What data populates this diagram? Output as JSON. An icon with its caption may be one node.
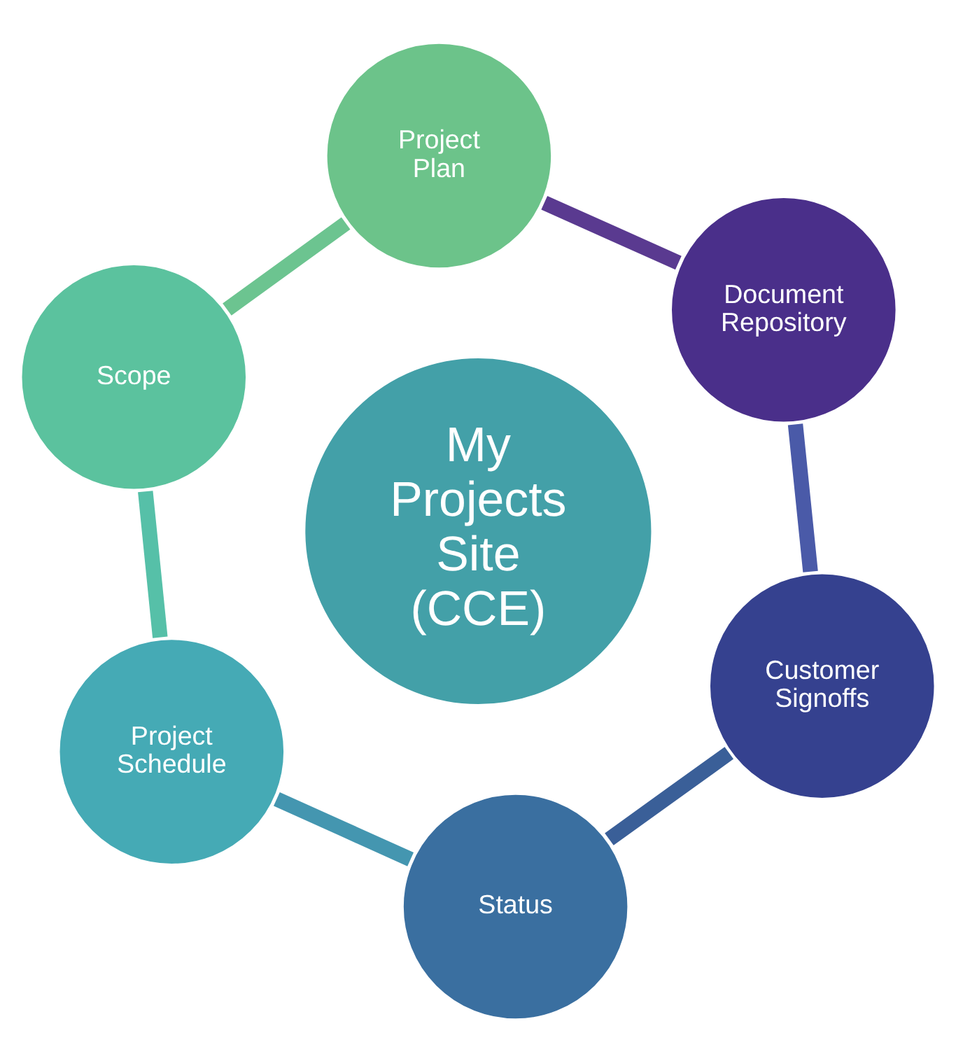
{
  "diagram": {
    "nodes": [
      {
        "text": [
          "Project Plan"
        ]
      },
      {
        "text": [
          "Document Repository"
        ]
      },
      {
        "text": [
          "Scope"
        ]
      },
      {
        "text": [
          "My Projects Site (CCE)"
        ]
      },
      {
        "text": [
          "Customer Signoffs"
        ]
      },
      {
        "text": [
          "Project Schedule"
        ]
      },
      {
        "text": [
          "Status"
        ]
      }
    ],
    "edges": [
      {
        "from": 0,
        "to": 2,
        "arrow": "none",
        "color": "#6cc490"
      },
      {
        "from": 2,
        "to": 5,
        "arrow": "none",
        "color": "#56c0a8"
      },
      {
        "from": 5,
        "to": 6,
        "arrow": "none",
        "color": "#4496b0"
      },
      {
        "from": 6,
        "to": 4,
        "arrow": "none",
        "color": "#3a5f98"
      },
      {
        "from": 4,
        "to": 1,
        "arrow": "none",
        "color": "#4a5aa8"
      },
      {
        "from": 1,
        "to": 0,
        "arrow": "none",
        "color": "#5a3a90"
      }
    ]
  }
}
